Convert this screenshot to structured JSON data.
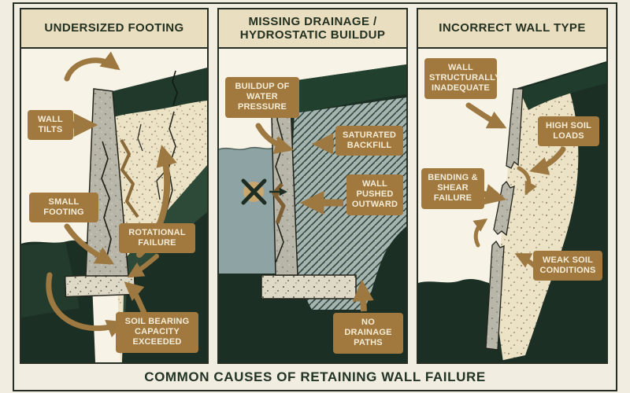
{
  "footer": {
    "title": "COMMON CAUSES OF RETAINING WALL FAILURE"
  },
  "panels": [
    {
      "title": "UNDERSIZED FOOTING",
      "labels": {
        "wall_tilts": "WALL TILTS",
        "small_footing": "SMALL FOOTING",
        "rotational_failure": "ROTATIONAL FAILURE",
        "soil_bearing": "SOIL BEARING CAPACITY EXCEEDED"
      }
    },
    {
      "title": "MISSING DRAINAGE / HYDROSTATIC BUILDUP",
      "labels": {
        "buildup": "BUILDUP OF WATER PRESSURE",
        "saturated": "SATURATED BACKFILL",
        "pushed": "WALL PUSHED OUTWARD",
        "no_drainage": "NO DRAINAGE PATHS"
      }
    },
    {
      "title": "INCORRECT WALL TYPE",
      "labels": {
        "inadequate": "WALL STRUCTURALLY INADEQUATE",
        "high_loads": "HIGH SOIL LOADS",
        "bending": "BENDING & SHEAR FAILURE",
        "weak_soil": "WEAK SOIL CONDITIONS"
      }
    }
  ],
  "colors": {
    "page_cream": "#f1ede0",
    "panel_cream": "#f7f3e7",
    "header_beige": "#eadec0",
    "ink": "#262d23",
    "deep_green": "#1c2f24",
    "mid_green": "#2c4a37",
    "topsoil_green": "#20392b",
    "label_brown": "#a1793f",
    "arrow_brown": "#9d7840",
    "label_text": "#f4edd8",
    "water_blue": "#8da3a4",
    "hatch_base": "#a4b4b0",
    "wall_gray": "#b8b5a9",
    "footing_concrete": "#ded9c7"
  }
}
